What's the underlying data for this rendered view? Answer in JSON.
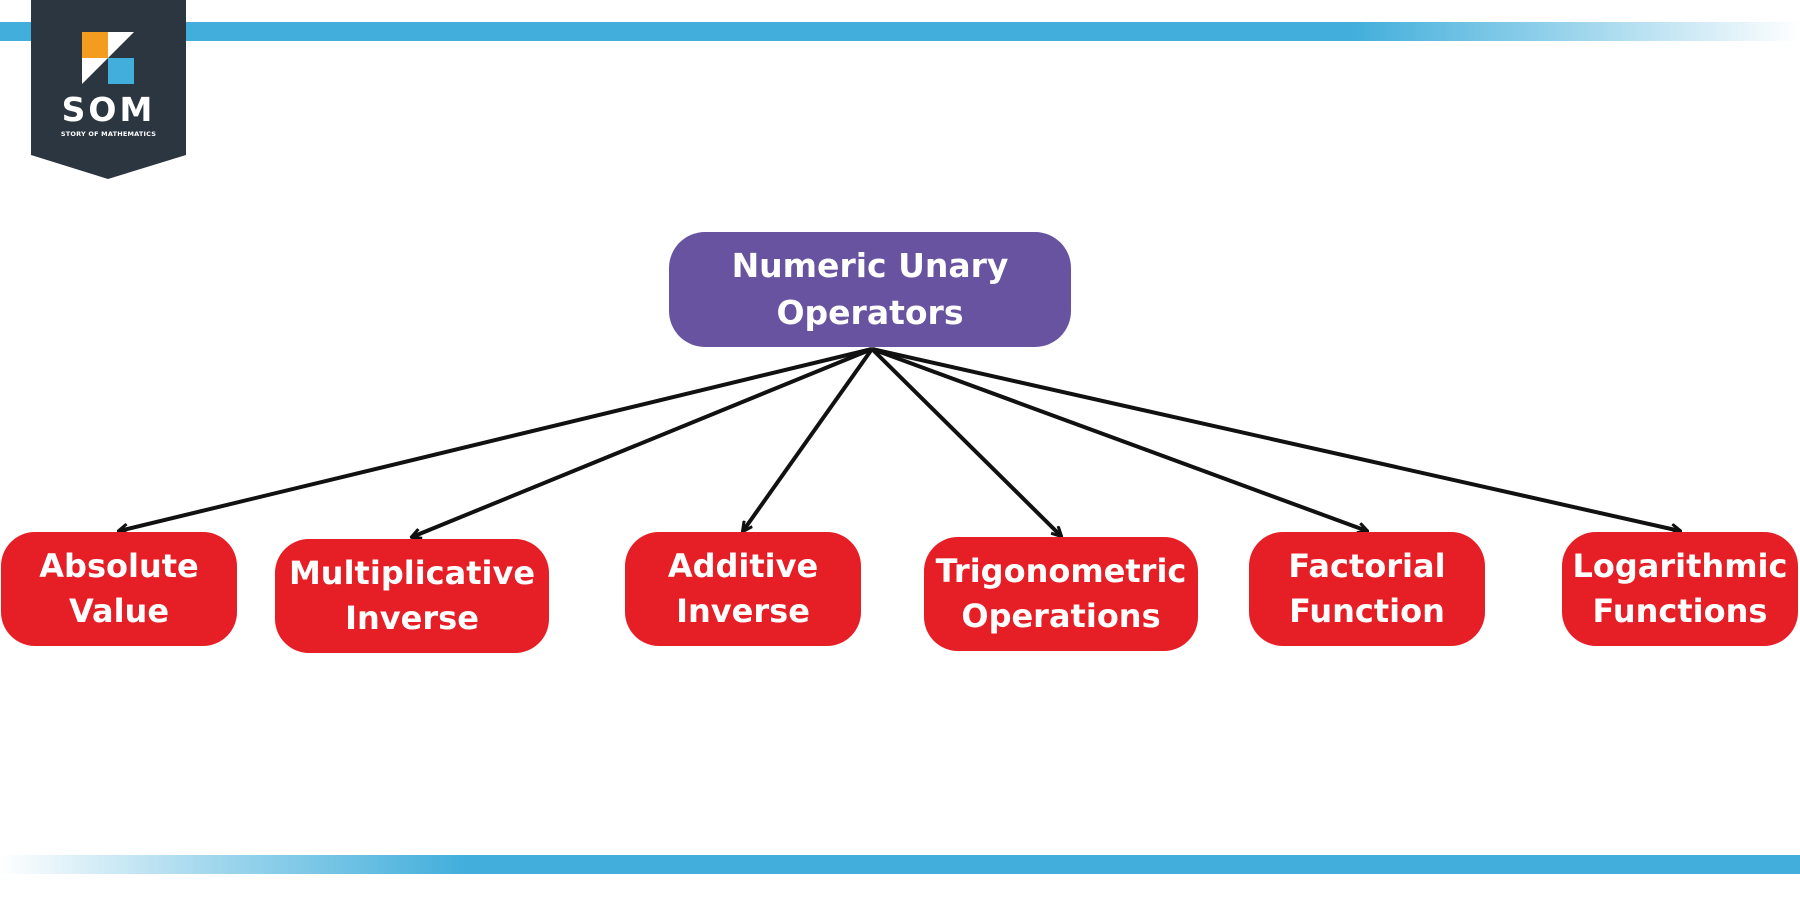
{
  "logo": {
    "text": "SOM",
    "subtitle": "STORY OF MATHEMATICS"
  },
  "root": {
    "label": "Numeric Unary\nOperators"
  },
  "children": [
    {
      "label": "Absolute\nValue"
    },
    {
      "label": "Multiplicative\nInverse"
    },
    {
      "label": "Additive\nInverse"
    },
    {
      "label": "Trigonometric\nOperations"
    },
    {
      "label": "Factorial\nFunction"
    },
    {
      "label": "Logarithmic\nFunctions"
    }
  ],
  "colors": {
    "root": "#67539f",
    "child": "#e61e26",
    "stripe": "#41aedb",
    "logo_bg": "#2c3640",
    "logo_orange": "#f39c1f",
    "logo_blue": "#41aedb"
  }
}
